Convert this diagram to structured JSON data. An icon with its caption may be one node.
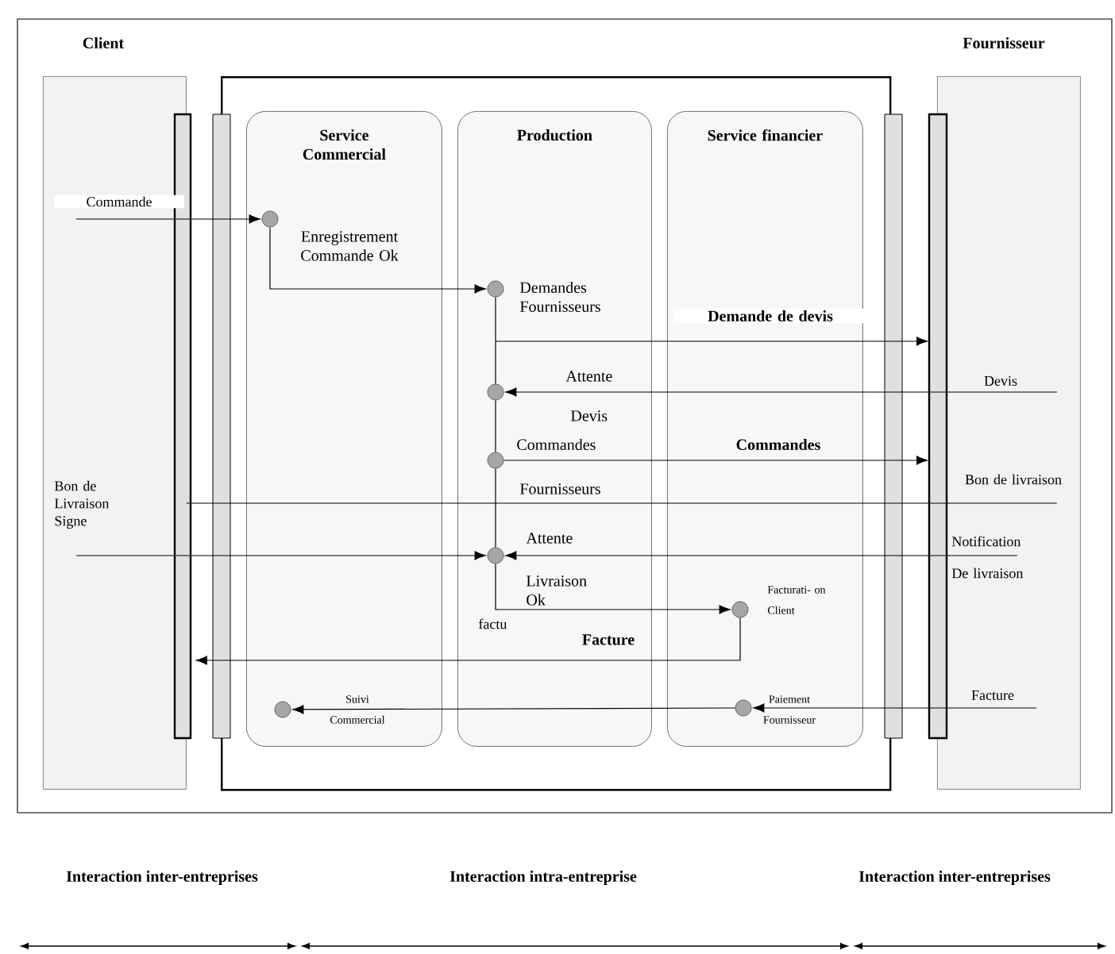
{
  "diagram": {
    "nodes": [
      {
        "text": [
          "Client"
        ]
      },
      {
        "text": [
          "Fournisseur"
        ]
      },
      {
        "text": [],
        "shape": "box"
      },
      {
        "text": [
          "Service Commercial"
        ],
        "in": 2
      },
      {
        "text": [
          "Production"
        ],
        "in": 2
      },
      {
        "text": [
          "Service financier"
        ],
        "in": 2
      },
      {
        "text": [],
        "shape": "circle",
        "in": 3,
        "beside": [
          "Enregistrement Commande Ok"
        ]
      },
      {
        "text": [],
        "shape": "circle",
        "in": 4,
        "beside": [
          "Demandes Fournisseurs"
        ]
      },
      {
        "text": [],
        "shape": "circle",
        "in": 4,
        "beside": [
          "Attente",
          "Devis"
        ]
      },
      {
        "text": [],
        "shape": "circle",
        "in": 4,
        "beside": [
          "Commandes",
          "Fournisseurs"
        ]
      },
      {
        "text": [],
        "shape": "circle",
        "in": 4,
        "beside": [
          "Attente",
          "Livraison Ok"
        ]
      },
      {
        "text": [],
        "shape": "circle",
        "in": 5,
        "beside": [
          "Facturati- on Client"
        ]
      },
      {
        "text": [],
        "shape": "circle",
        "in": 3,
        "beside": [
          "Suivi Commercial"
        ]
      },
      {
        "text": [],
        "shape": "circle",
        "in": 5,
        "beside": [
          "Paiement Fournisseur"
        ]
      }
    ],
    "edges": [
      {
        "from": 0,
        "to": 6,
        "arrow": "to",
        "label": "Commande"
      },
      {
        "from": 6,
        "to": 7,
        "arrow": "to"
      },
      {
        "from": 7,
        "to": 1,
        "arrow": "to",
        "label": "Demande de devis"
      },
      {
        "from": 1,
        "to": 8,
        "arrow": "to",
        "label": "Devis"
      },
      {
        "from": 7,
        "to": 8,
        "arrow": "none"
      },
      {
        "from": 8,
        "to": 9,
        "arrow": "none"
      },
      {
        "from": 9,
        "to": 1,
        "arrow": "to",
        "label": "Commandes"
      },
      {
        "from": 1,
        "to": 0,
        "arrow": "none",
        "label": "Bon de livraison"
      },
      {
        "from": 9,
        "to": 10,
        "arrow": "none"
      },
      {
        "from": 0,
        "to": 10,
        "arrow": "to",
        "label": "Bon de Livraison Signe"
      },
      {
        "from": 1,
        "to": 10,
        "arrow": "to",
        "label": "Notification De livraison"
      },
      {
        "from": 10,
        "to": 11,
        "arrow": "to",
        "label": "factu"
      },
      {
        "from": 11,
        "to": 0,
        "arrow": "to",
        "label": "Facture"
      },
      {
        "from": 1,
        "to": 13,
        "arrow": "to",
        "label": "Facture"
      },
      {
        "from": 13,
        "to": 12,
        "arrow": "to"
      }
    ],
    "labels": [
      "Interaction inter-entreprises",
      "Interaction intra-entreprise",
      "Interaction inter-entreprises"
    ]
  }
}
